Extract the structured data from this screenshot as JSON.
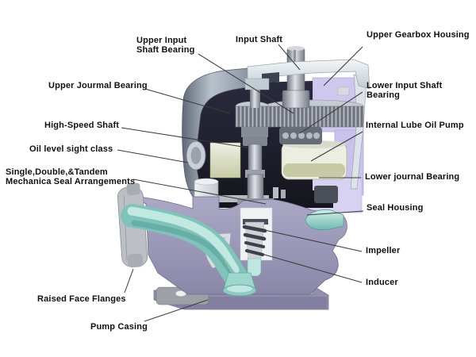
{
  "diagram": {
    "type": "cutaway-pump-diagram",
    "labels": {
      "upper_input_shaft_bearing": "Upper Input\nShaft Bearing",
      "input_shaft": "Input Shaft",
      "upper_gearbox_housing": "Upper Gearbox Housing",
      "upper_jourmal_bearing": "Upper Jourmal Bearing",
      "lower_input_shaft_bearing": "Lower Input Shaft Bearing",
      "high_speed_shaft": "High-Speed Shaft",
      "internal_lube_oil_pump": "Internal Lube Oil Pump",
      "oil_level_sight_class": "Oil level sight class",
      "mechanical_seal": "Single,Double,&Tandem\nMechanica Seal Arrangements",
      "lower_journal_bearing": "Lower journal Bearing",
      "seal_housing": "Seal Housing",
      "impeller": "Impeller",
      "inducer": "Inducer",
      "raised_face_flanges": "Raised Face Flanges",
      "pump_casing": "Pump Casing"
    },
    "colors": {
      "background": "#ffffff",
      "leader_line": "#3c3c3c",
      "label_text": "#101010",
      "cut_section_lavender": "#cfc8ee",
      "casing_purple": "#938fb0",
      "flow_path_teal": "#7fc3bb",
      "metal_gray": "#b9c3cc",
      "oil_olive": "#c6caa6",
      "cavity_dark": "#1c1c28"
    }
  }
}
